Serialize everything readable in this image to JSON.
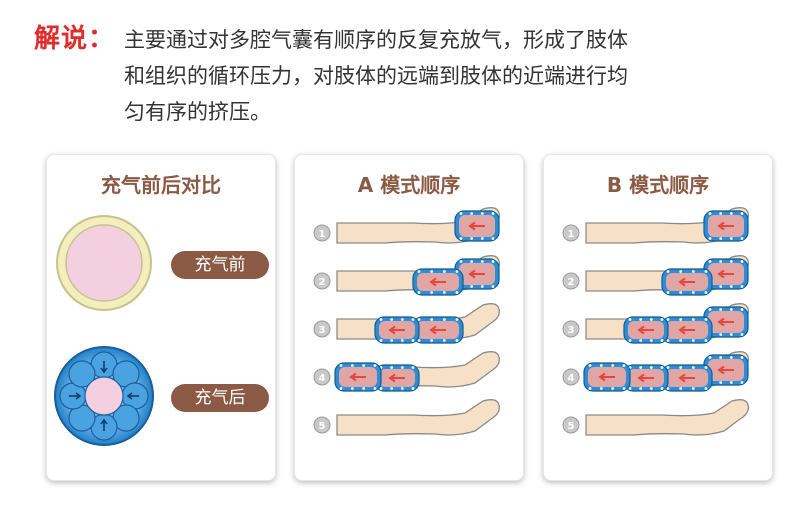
{
  "explanation": {
    "label": "解说：",
    "lines": [
      "主要通过对多腔气囊有顺序的反复充放气，形成了肢体",
      "和组织的循环压力，对肢体的远端到肢体的近端进行均",
      "匀有序的挤压。"
    ]
  },
  "comparison_panel": {
    "title": "充气前后对比",
    "before_label": "充气前",
    "after_label": "充气后"
  },
  "mode_a_panel": {
    "title": "A 模式顺序",
    "steps": [
      "1",
      "2",
      "3",
      "4",
      "5"
    ]
  },
  "mode_b_panel": {
    "title": "B 模式顺序",
    "steps": [
      "1",
      "2",
      "3",
      "4",
      "5"
    ]
  },
  "colors": {
    "label_red": "#e12c2c",
    "title_brown": "#8b5a45",
    "cuff_blue": "#2a8fd6",
    "leg_skin": "#f6e0c6",
    "pressure_red": "#e8453c",
    "ring_yellow": "#f2eebd",
    "inner_pink": "#f3cfe0"
  }
}
